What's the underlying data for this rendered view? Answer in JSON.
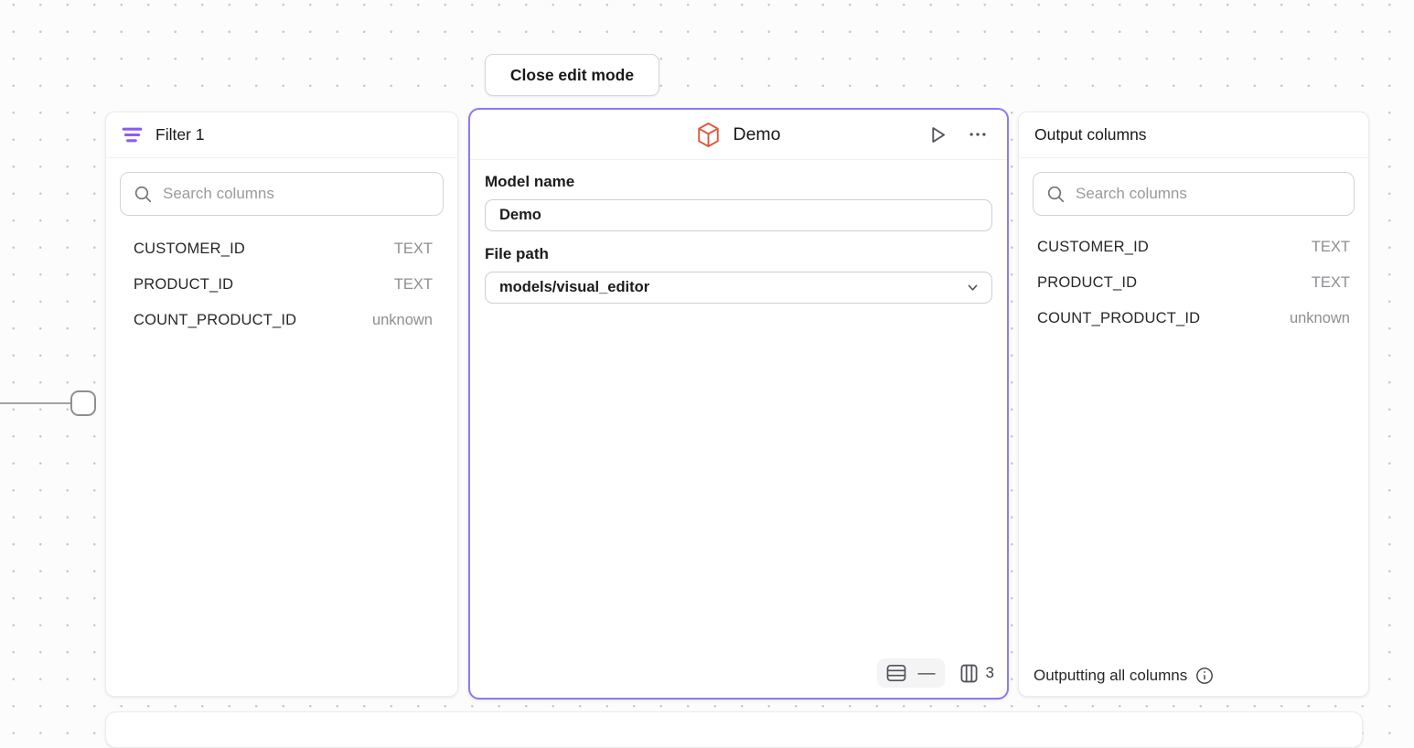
{
  "toolbar": {
    "close_edit_mode_label": "Close edit mode"
  },
  "filter_panel": {
    "title": "Filter 1",
    "search_placeholder": "Search columns",
    "columns": [
      {
        "name": "CUSTOMER_ID",
        "type": "TEXT"
      },
      {
        "name": "PRODUCT_ID",
        "type": "TEXT"
      },
      {
        "name": "COUNT_PRODUCT_ID",
        "type": "unknown"
      }
    ]
  },
  "model_panel": {
    "title": "Demo",
    "model_name_label": "Model name",
    "model_name_value": "Demo",
    "file_path_label": "File path",
    "file_path_value": "models/visual_editor",
    "row_count": "—",
    "column_count": "3"
  },
  "output_panel": {
    "title": "Output columns",
    "search_placeholder": "Search columns",
    "columns": [
      {
        "name": "CUSTOMER_ID",
        "type": "TEXT"
      },
      {
        "name": "PRODUCT_ID",
        "type": "TEXT"
      },
      {
        "name": "COUNT_PRODUCT_ID",
        "type": "unknown"
      }
    ],
    "footer_text": "Outputting all columns"
  },
  "icons": {
    "filter": "filter-lines",
    "search": "magnifier",
    "model": "cube",
    "run": "play-triangle",
    "menu": "ellipsis",
    "file_path": "chevron-down",
    "rows": "table-rows",
    "columns": "table-columns",
    "info": "info-circle"
  },
  "colors": {
    "accent_purple": "#8B7BF1",
    "filter_icon_purple": "#8B5CF6",
    "cube_orange": "#E2553C",
    "canvas_background": "#FCFCFC"
  }
}
